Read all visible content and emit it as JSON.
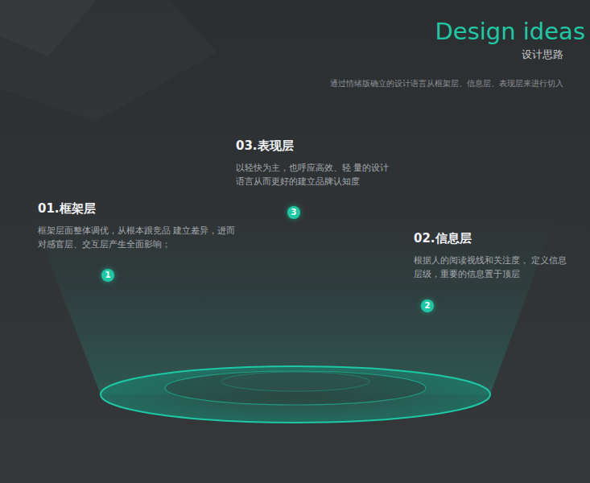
{
  "diagram": {
    "title": "Design ideas",
    "nodes": [
      {
        "text": [
          "1"
        ]
      },
      {
        "text": [
          "3"
        ]
      },
      {
        "text": [
          "2"
        ]
      }
    ],
    "labels": [
      "设计思路",
      "通过情绪版确立的设计语言从框架层、信息层、表现层来进行切入",
      "03.表现层",
      "以轻快为主，也呼应高效、轻 量的设计语言从而更好的建立品牌认知度",
      "01.框架层",
      "框架层面整体调优，从根本跟竞品 建立差异，进而对感官层、交互层产生全面影响；",
      "02.信息层",
      "根据人的阅读视线和关注度， 定义信息层级，重要的信息置于顶层"
    ]
  }
}
